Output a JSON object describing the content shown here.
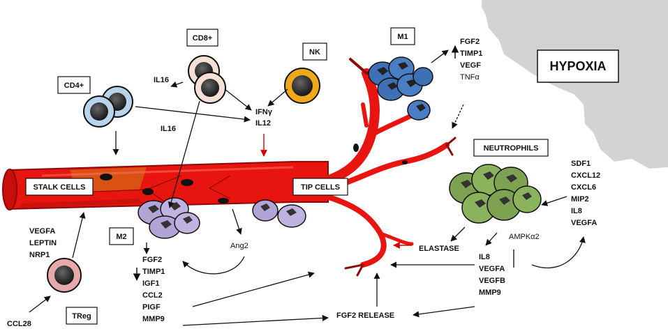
{
  "hypoxia": "HYPOXIA",
  "cells": {
    "cd8": "CD8+",
    "nk": "NK",
    "cd4": "CD4+",
    "m1": "M1",
    "m2": "M2",
    "treg": "TReg",
    "neutrophils": "NEUTROPHILS",
    "stalk": "STALK CELLS",
    "tip": "TIP CELLS"
  },
  "labels": {
    "il16_top": "IL16",
    "il16_mid": "IL16",
    "ifng": "IFNγ",
    "il12": "IL12",
    "ang2": "Ang2",
    "elastase": "ELASTASE",
    "ampk": "AMPKα2",
    "fgf2_release": "FGF2 RELEASE",
    "ccl28": "CCL28"
  },
  "lists": {
    "m1_factors": [
      "FGF2",
      "TIMP1",
      "VEGF",
      "TNFα"
    ],
    "treg_factors": [
      "VEGFA",
      "LEPTIN",
      "NRP1"
    ],
    "m2_factors": [
      "FGF2",
      "TIMP1",
      "IGF1",
      "CCL2",
      "PIGF",
      "MMP9"
    ],
    "neutro_right": [
      "SDF1",
      "CXCL12",
      "CXCL6",
      "MIP2",
      "IL8",
      "VEGFA"
    ],
    "neutro_bottom": [
      "IL8",
      "VEGFA",
      "VEGFB",
      "MMP9"
    ]
  },
  "colors": {
    "vessel": "#e8140f",
    "vessel_dark": "#a50d0a",
    "hypoxia": "#d3d3d3",
    "m1": "#3f6fb5",
    "m2": "#b3a4d6",
    "neutrophil": "#7da352",
    "nk": "#f0a81b",
    "cd4": "#b9d3ec",
    "cd8": "#f6e0d6",
    "treg": "#e7a9a9"
  }
}
